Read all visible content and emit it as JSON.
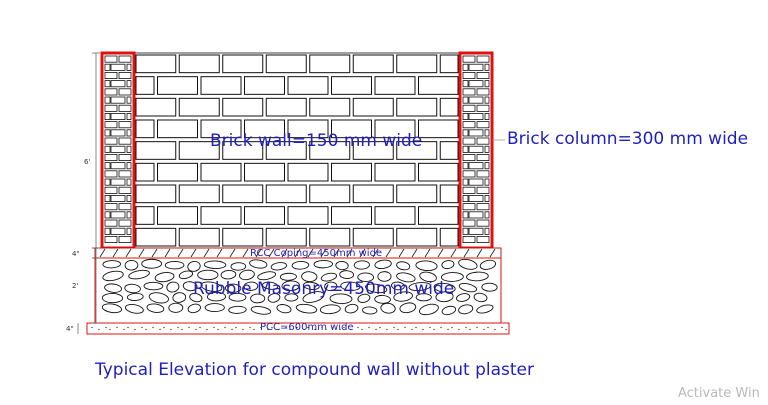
{
  "diagram": {
    "wall_label": "Brick wall=150 mm wide",
    "column_label": "Brick column=300 mm wide",
    "coping_label": "RCC Coping=450mm wide",
    "rubble_label": "Rubble Masonry=450mm wide",
    "pcc_label": "PCC=600mm wide",
    "caption": "Typical Elevation for compound wall without plaster",
    "dimensions": {
      "wall_height": "6'",
      "coping_height": "4\"",
      "rubble_height": "2'",
      "pcc_height": "4\""
    },
    "colors": {
      "label_blue": "#1f1fbf",
      "column_outline_red": "#e01010",
      "line_black": "#111111"
    }
  },
  "os": {
    "watermark": "Activate Win"
  }
}
